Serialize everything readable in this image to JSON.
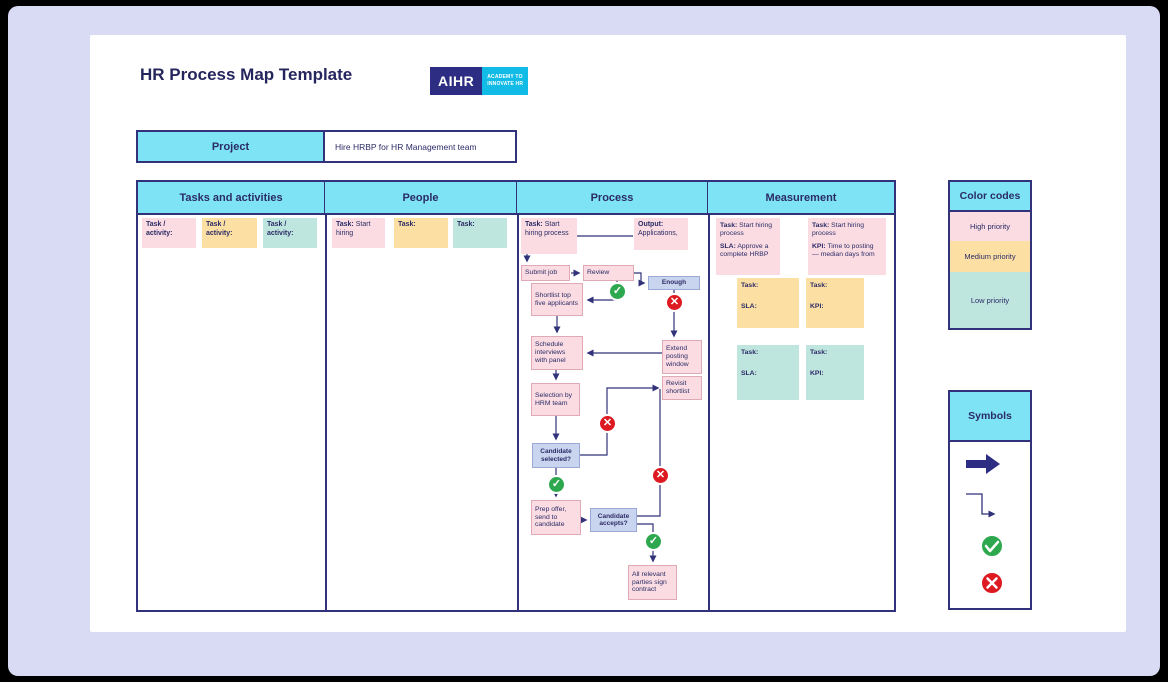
{
  "title": "HR Process Map Template",
  "logo": {
    "brand": "AIHR",
    "tagline1": "ACADEMY TO",
    "tagline2": "INNOVATE HR"
  },
  "project": {
    "label": "Project",
    "value": "Hire HRBP for HR Management team"
  },
  "headers": {
    "tasks": "Tasks and activities",
    "people": "People",
    "process": "Process",
    "measurement": "Measurement"
  },
  "tasks_notes": [
    {
      "bold": "Task / activity:",
      "text": ""
    },
    {
      "bold": "Task / activity:",
      "text": ""
    },
    {
      "bold": "Task / activity:",
      "text": ""
    }
  ],
  "people_notes": [
    {
      "bold": "Task:",
      "text": "Start hiring"
    },
    {
      "bold": "Task:",
      "text": ""
    },
    {
      "bold": "Task:",
      "text": ""
    }
  ],
  "process": {
    "start_note": {
      "bold": "Task:",
      "text": "Start hiring process"
    },
    "output_note": {
      "bold": "Output:",
      "text": "Applications,"
    },
    "submit_job": "Submit job",
    "review": "Review",
    "enough": "Enough",
    "shortlist": "Shortlist top five applicants",
    "schedule": "Schedule interviews with panel",
    "extend": "Extend posting window",
    "revisit": "Revisit shortlist",
    "selection": "Selection by HRM team",
    "candidate_selected": "Candidate selected?",
    "prep_offer": "Prep offer, send to candidate",
    "candidate_accepts": "Candidate accepts?",
    "sign_contract": "All relevant parties sign contract"
  },
  "measurement_notes": [
    {
      "bold1": "Task:",
      "text1": "Start hiring process",
      "bold2": "SLA:",
      "text2": "Approve a complete HRBP"
    },
    {
      "bold1": "Task:",
      "text1": "Start hiring process",
      "bold2": "KPI:",
      "text2": "Time to posting — median days from"
    },
    {
      "bold1": "Task:",
      "text1": "",
      "bold2": "SLA:",
      "text2": ""
    },
    {
      "bold1": "Task:",
      "text1": "",
      "bold2": "KPI:",
      "text2": ""
    },
    {
      "bold1": "Task:",
      "text1": "",
      "bold2": "SLA:",
      "text2": ""
    },
    {
      "bold1": "Task:",
      "text1": "",
      "bold2": "KPI:",
      "text2": ""
    }
  ],
  "color_codes": {
    "title": "Color codes",
    "items": [
      {
        "label": "High priority",
        "color": "#FADCE2"
      },
      {
        "label": "Medium priority",
        "color": "#FBDFA3"
      },
      {
        "label": "Low priority",
        "color": "#BFE5DF"
      }
    ]
  },
  "symbols": {
    "title": "Symbols"
  },
  "colors": {
    "cyan": "#7DE3F5",
    "navy": "#32327A",
    "pink": "#FADCE2",
    "yellow": "#FBDFA3",
    "teal": "#BFE5DF",
    "lavender": "#C9D4EE",
    "green": "#2EA84E",
    "red": "#DD1A21",
    "board_background": "#D9DAF4"
  }
}
